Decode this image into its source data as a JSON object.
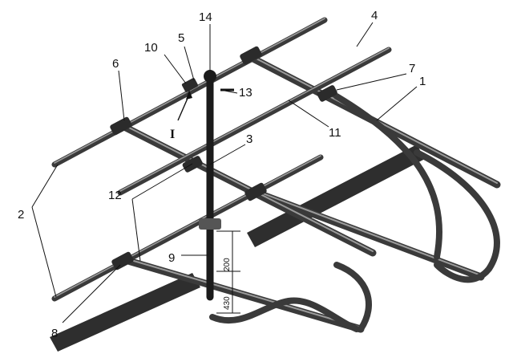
{
  "figure": {
    "callouts": [
      "1",
      "2",
      "3",
      "4",
      "5",
      "6",
      "7",
      "8",
      "9",
      "10",
      "11",
      "12",
      "13",
      "14"
    ],
    "section_mark": "I",
    "dimensions": {
      "upper": "200",
      "lower": "430"
    }
  },
  "colors": {
    "tube": "#3a3a3a",
    "tube_highlight": "#9a9a9a",
    "mast": "#1b1b1b",
    "ground": "#2e2e2e",
    "line": "#111111"
  }
}
